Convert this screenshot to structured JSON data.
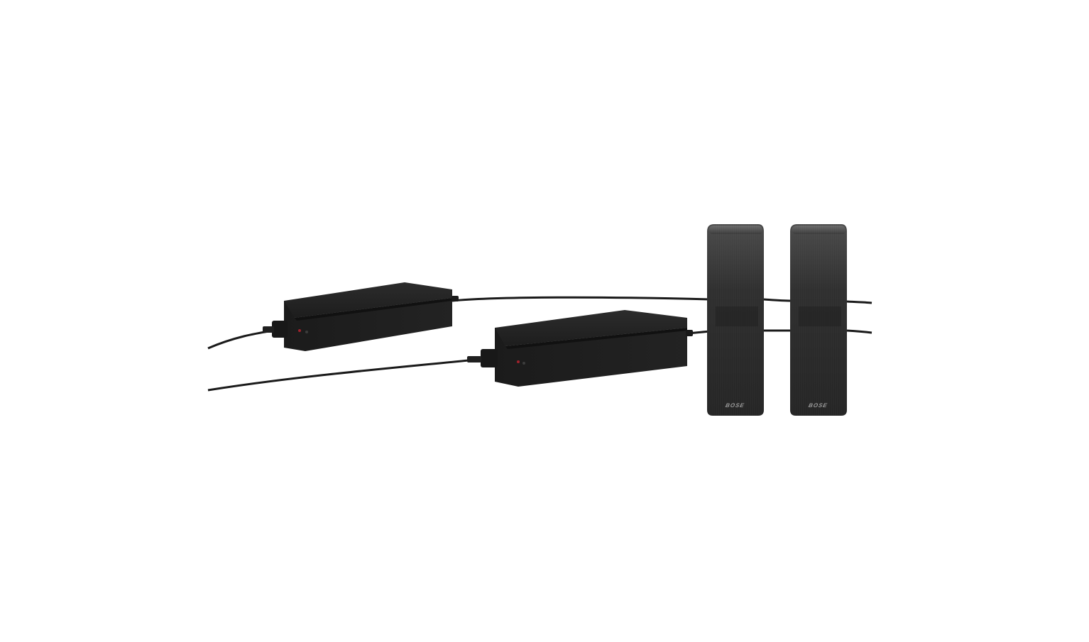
{
  "image": {
    "description": "Product photo of a pair of wireless surround speakers with two power adapters and cables on a white background",
    "background_color": "#ffffff"
  },
  "products": {
    "speakers": [
      {
        "position": "left",
        "brand": "BOSE",
        "color": "#2b2b2b"
      },
      {
        "position": "right",
        "brand": "BOSE",
        "color": "#2b2b2b"
      }
    ],
    "receivers": [
      {
        "position": "back",
        "color": "#1e1e1e"
      },
      {
        "position": "front",
        "color": "#1e1e1e"
      }
    ],
    "cable_color": "#1a1a1a"
  }
}
